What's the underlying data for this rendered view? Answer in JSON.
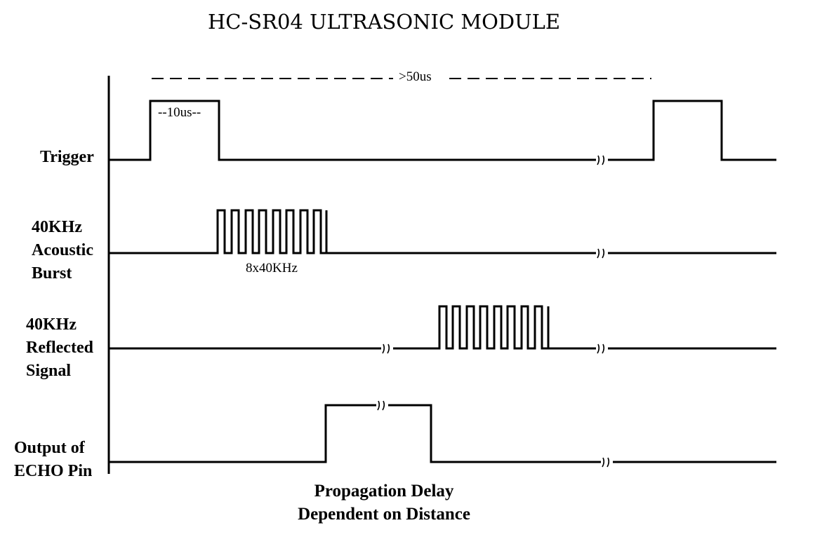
{
  "title": "HC-SR04 ULTRASONIC MODULE",
  "signals": {
    "trigger": [
      "Trigger"
    ],
    "burst": [
      "40KHz",
      "Acoustic",
      "Burst"
    ],
    "reflected": [
      "40KHz",
      "Reflected",
      "Signal"
    ],
    "echo": [
      "Output of",
      "ECHO Pin"
    ]
  },
  "annotations": {
    "period": ">50us",
    "pulse_width": "--10us--",
    "burst_cycles": "8x40KHz"
  },
  "caption": [
    "Propagation Delay",
    "Dependent on Distance"
  ],
  "colors": {
    "line": "#000000",
    "background": "#ffffff"
  }
}
